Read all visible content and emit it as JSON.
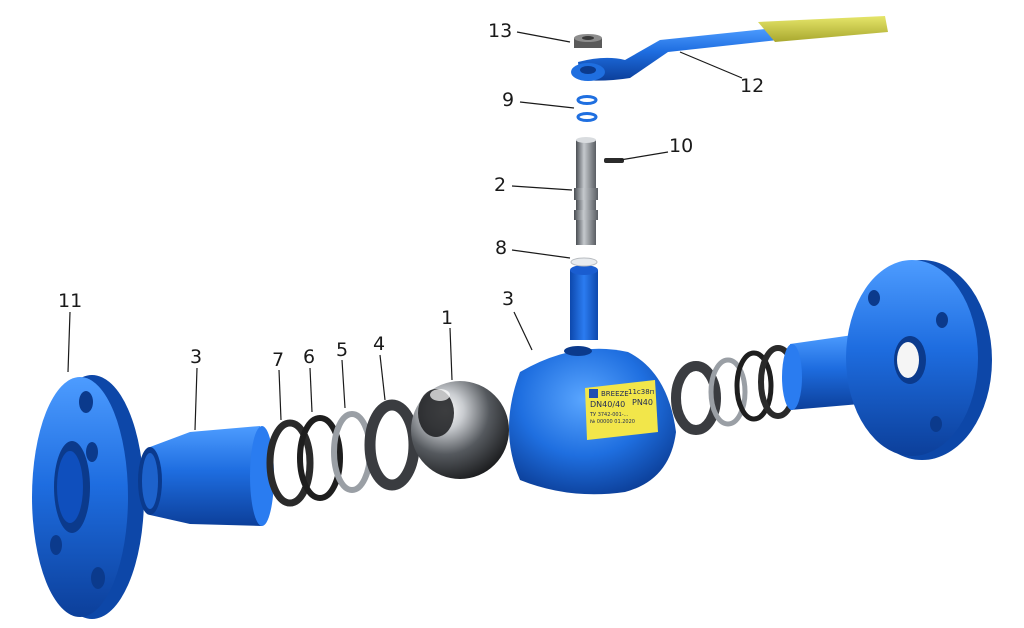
{
  "callouts": {
    "c1": "1",
    "c2": "2",
    "c3a": "3",
    "c3b": "3",
    "c4": "4",
    "c5": "5",
    "c6": "6",
    "c7": "7",
    "c8": "8",
    "c9": "9",
    "c10": "10",
    "c11": "11",
    "c12": "12",
    "c13": "13"
  },
  "nameplate": {
    "brand": "BREEZE",
    "model": "11с38п",
    "size": "DN40/40",
    "pressure": "PN40",
    "line3": "ТУ 3742-001-...",
    "line4": "№ 00000  01.2020"
  },
  "colors": {
    "body_blue": "#1f6fe0",
    "handle_yellow": "#d4d44a",
    "ring_dark": "#2b2b2b",
    "ring_steel": "#8a8f95"
  }
}
